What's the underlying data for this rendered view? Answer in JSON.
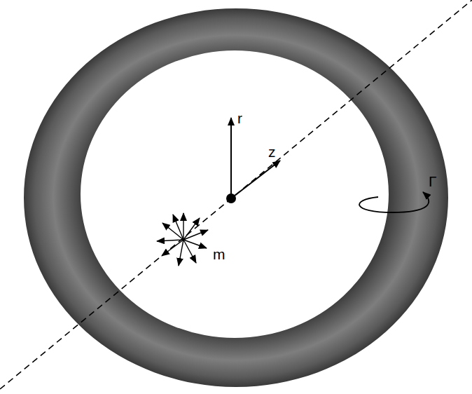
{
  "diagram": {
    "labels": [
      "r",
      "z",
      "m",
      "Γ"
    ]
  }
}
